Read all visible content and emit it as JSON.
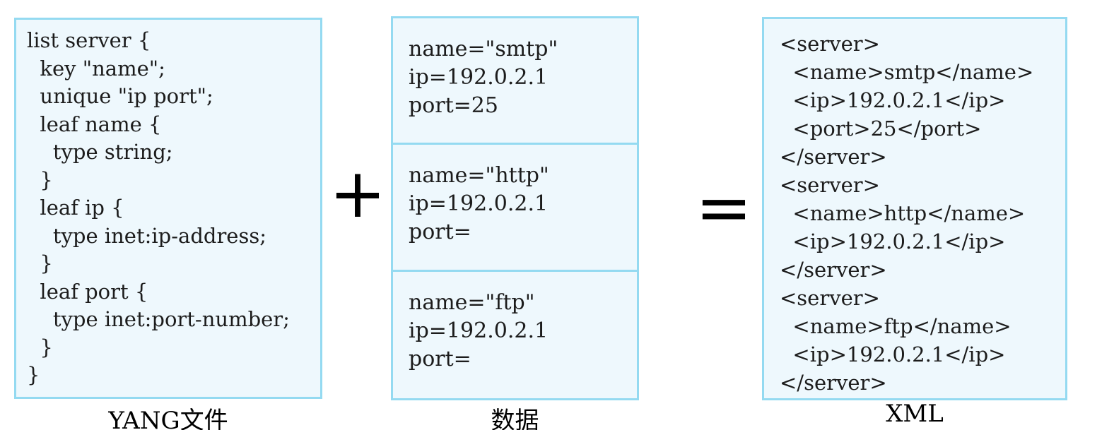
{
  "diagram": {
    "yang": {
      "code": "list server {\n  key \"name\";\n  unique \"ip port\";\n  leaf name {\n    type string;\n  }\n  leaf ip {\n    type inet:ip-address;\n  }\n  leaf port {\n    type inet:port-number;\n  }\n}",
      "label": "YANG文件"
    },
    "operators": {
      "plus": "+",
      "equals": "="
    },
    "data": {
      "records": [
        {
          "text": "name=\"smtp\"\nip=192.0.2.1\nport=25"
        },
        {
          "text": "name=\"http\"\nip=192.0.2.1\nport="
        },
        {
          "text": "name=\"ftp\"\nip=192.0.2.1\nport="
        }
      ],
      "label": "数据"
    },
    "xml": {
      "code": "<server>\n  <name>smtp</name>\n  <ip>192.0.2.1</ip>\n  <port>25</port>\n</server>\n<server>\n  <name>http</name>\n  <ip>192.0.2.1</ip>\n</server>\n<server>\n  <name>ftp</name>\n  <ip>192.0.2.1</ip>\n</server>",
      "label": "XML"
    },
    "colors": {
      "box_fill": "#eef8fd",
      "box_border": "#94daf1",
      "text": "#1c1c1c"
    }
  }
}
